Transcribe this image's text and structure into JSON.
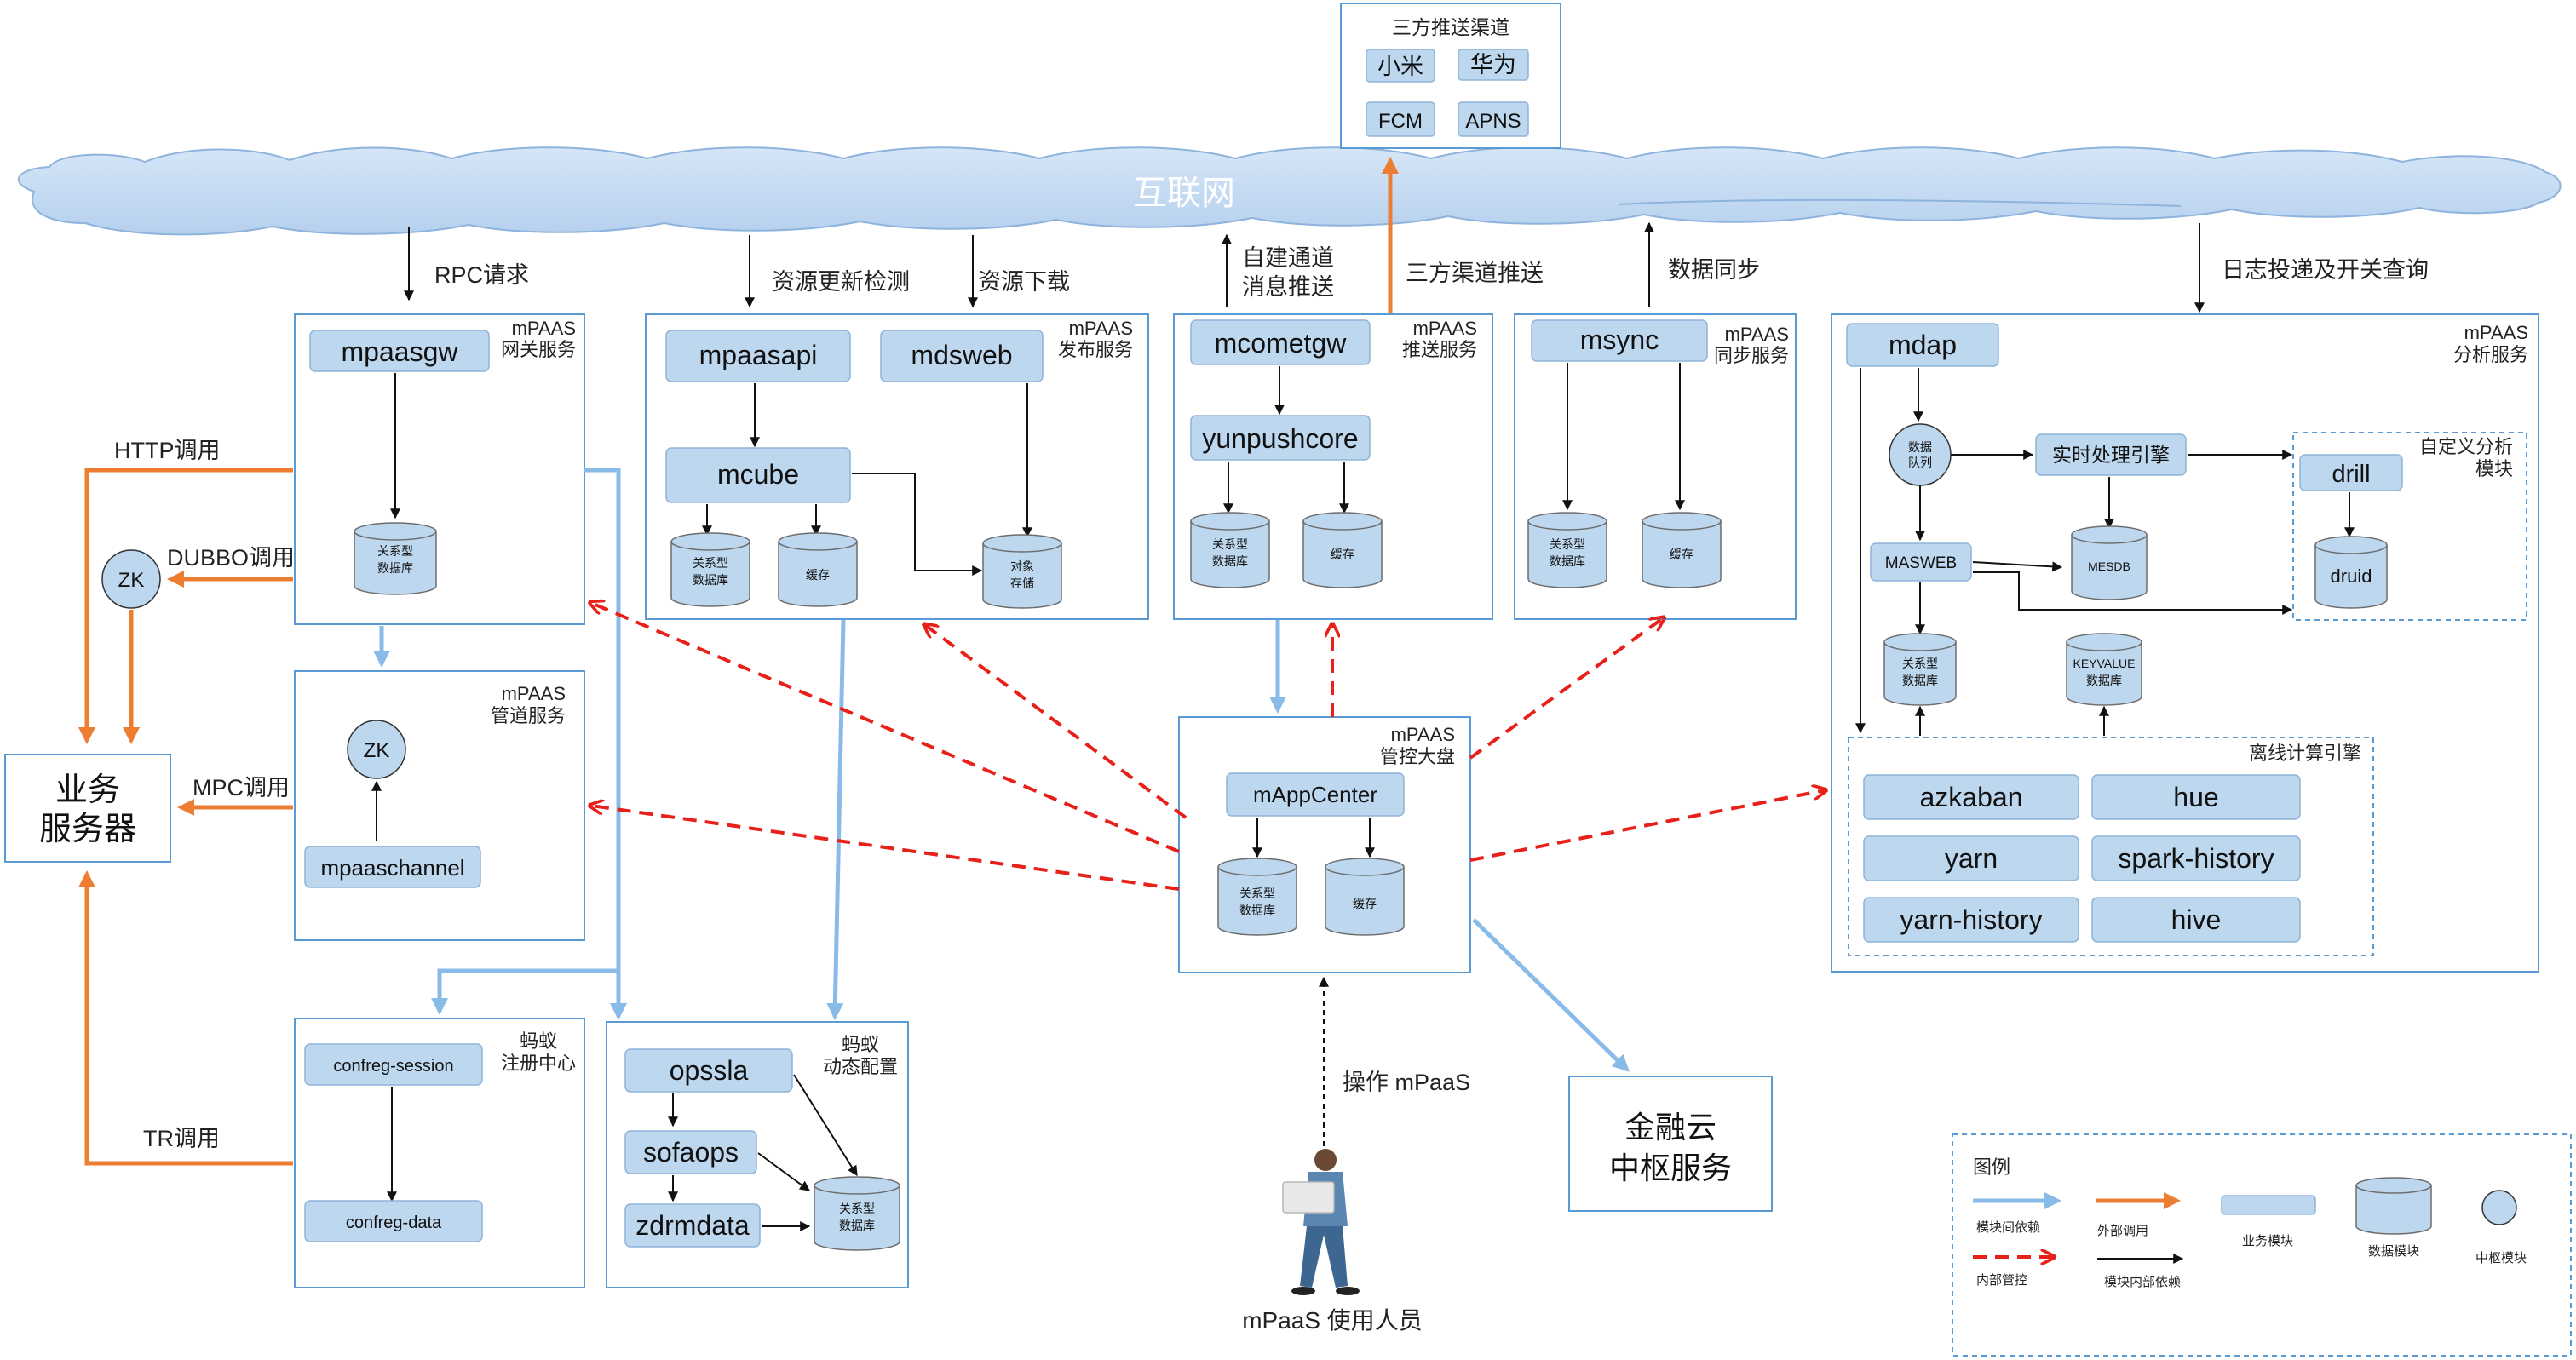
{
  "internet": "互联网",
  "push_channels": {
    "title": "三方推送渠道",
    "items": [
      "小米",
      "华为",
      "FCM",
      "APNS"
    ]
  },
  "top_labels": {
    "rpc": "RPC请求",
    "res_check": "资源更新检测",
    "res_download": "资源下载",
    "self_channel_l1": "自建通道",
    "self_channel_l2": "消息推送",
    "third_push": "三方渠道推送",
    "data_sync": "数据同步",
    "log": "日志投递及开关查询"
  },
  "gateway": {
    "t1": "mPAAS",
    "t2": "网关服务",
    "mod": "mpaasgw",
    "db": [
      "关系型",
      "数据库"
    ]
  },
  "publish": {
    "t1": "mPAAS",
    "t2": "发布服务",
    "mods": [
      "mpaasapi",
      "mdsweb",
      "mcube"
    ],
    "db1": [
      "关系型",
      "数据库"
    ],
    "db2": "缓存",
    "db3": [
      "对象",
      "存储"
    ]
  },
  "push": {
    "t1": "mPAAS",
    "t2": "推送服务",
    "mods": [
      "mcometgw",
      "yunpushcore"
    ],
    "db1": [
      "关系型",
      "数据库"
    ],
    "db2": "缓存"
  },
  "sync": {
    "t1": "mPAAS",
    "t2": "同步服务",
    "mod": "msync",
    "db1": [
      "关系型",
      "数据库"
    ],
    "db2": "缓存"
  },
  "analysis": {
    "t1": "mPAAS",
    "t2": "分析服务",
    "mdap": "mdap",
    "queue": [
      "数据",
      "队列"
    ],
    "realtime": "实时处理引擎",
    "custom_l1": "自定义分析",
    "custom_l2": "模块",
    "drill": "drill",
    "druid": "druid",
    "masweb": "MASWEB",
    "mesdb": "MESDB",
    "db_rel": [
      "关系型",
      "数据库"
    ],
    "db_kv": [
      "KEYVALUE",
      "数据库"
    ],
    "offline": "离线计算引擎",
    "offline_mods": [
      "azkaban",
      "hue",
      "yarn",
      "spark-history",
      "yarn-history",
      "hive"
    ]
  },
  "left_labels": {
    "http": "HTTP调用",
    "dubbo": "DUBBO调用",
    "mpc": "MPC调用",
    "tr": "TR调用"
  },
  "zk": "ZK",
  "biz_server": [
    "业务",
    "服务器"
  ],
  "channel": {
    "t1": "mPAAS",
    "t2": "管道服务",
    "zk": "ZK",
    "mod": "mpaaschannel"
  },
  "console": {
    "t1": "mPAAS",
    "t2": "管控大盘",
    "mod": "mAppCenter",
    "db1": [
      "关系型",
      "数据库"
    ],
    "db2": "缓存"
  },
  "registry": {
    "t1": "蚂蚁",
    "t2": "注册中心",
    "mods": [
      "confreg-session",
      "confreg-data"
    ]
  },
  "dynconf": {
    "t1": "蚂蚁",
    "t2": "动态配置",
    "mods": [
      "opssla",
      "sofaops",
      "zdrmdata"
    ],
    "db": [
      "关系型",
      "数据库"
    ]
  },
  "fincloud": [
    "金融云",
    "中枢服务"
  ],
  "operate": "操作 mPaaS",
  "user": "mPaaS 使用人员",
  "legend": {
    "title": "图例",
    "dep": "模块间依赖",
    "ext": "外部调用",
    "biz": "业务模块",
    "data": "数据模块",
    "hub": "中枢模块",
    "inner_ctrl": "内部管控",
    "inner_dep": "模块内部依赖"
  },
  "colors": {
    "blue": "#88bbe8",
    "orange": "#ed7d31",
    "red": "#e8201a",
    "module": "#bdd7ee",
    "border": "#5b9bd5"
  }
}
